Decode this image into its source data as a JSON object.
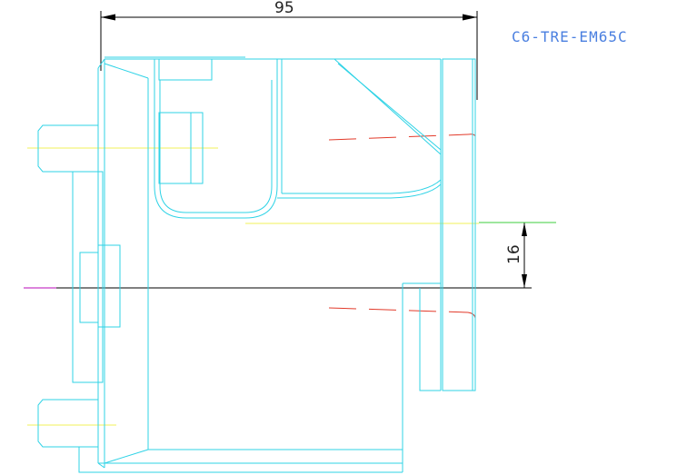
{
  "drawing": {
    "part_code": "C6-TRE-EM65C",
    "dim_width": "95",
    "dim_offset": "16"
  },
  "colors": {
    "outline": "#2fd3e6",
    "dimension": "#000000",
    "centerline_yellow": "#f2f25a",
    "hidden_red": "#e23a2a",
    "centerline_magenta": "#d05bd0",
    "centerline_green": "#3ccd3c",
    "label_blue": "#4a7fe0"
  }
}
